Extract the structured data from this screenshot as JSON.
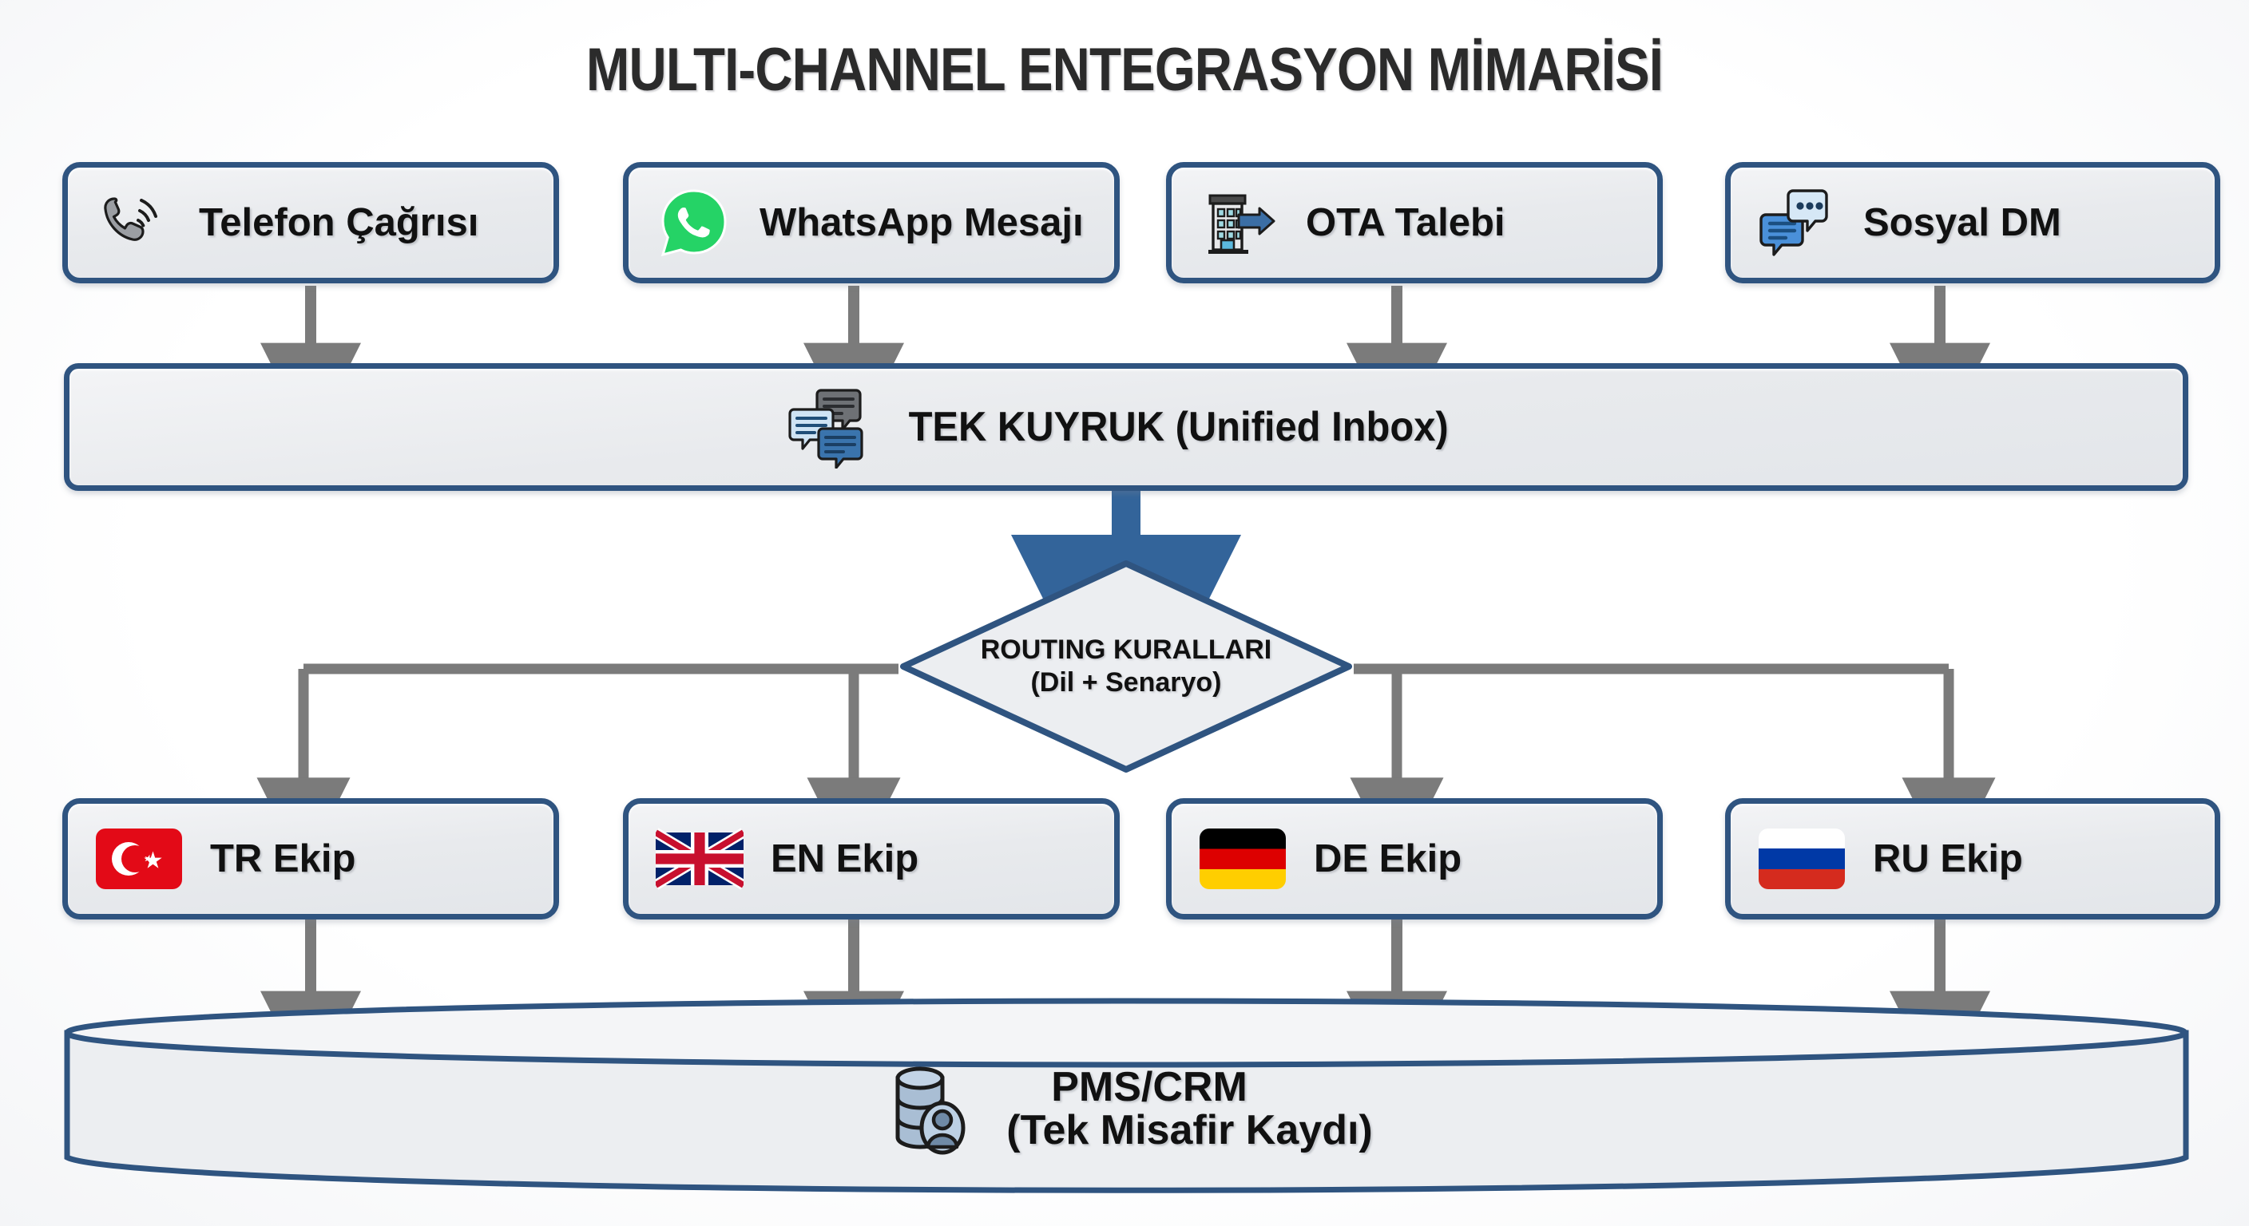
{
  "title": "MULTI-CHANNEL ENTEGRASYON MİMARİSİ",
  "colors": {
    "box_border": "#2f5480",
    "box_fill": "#e8eaed",
    "arrow_gray": "#7b7b7b",
    "arrow_blue": "#33649a",
    "title_text": "#2b2b2b",
    "whatsapp_green": "#25d366",
    "tr_flag_red": "#e30a17",
    "de_flag_black": "#000000",
    "de_flag_red": "#dd0000",
    "de_flag_gold": "#ffce00",
    "ru_flag_blue": "#0039a6",
    "ru_flag_red": "#d52b1e",
    "uk_flag_blue": "#012169",
    "uk_flag_red": "#c8102e"
  },
  "channels": [
    {
      "label": "Telefon Çağrısı",
      "icon": "phone-call-icon"
    },
    {
      "label": "WhatsApp Mesajı",
      "icon": "whatsapp-icon"
    },
    {
      "label": "OTA Talebi",
      "icon": "hotel-building-arrow-icon"
    },
    {
      "label": "Sosyal DM",
      "icon": "chat-bubbles-icon"
    }
  ],
  "inbox": {
    "label": "TEK KUYRUK (Unified Inbox)",
    "icon": "stacked-chat-bubbles-icon"
  },
  "router": {
    "line1": "ROUTING KURALLARI",
    "line2": "(Dil + Senaryo)"
  },
  "teams": [
    {
      "label": "TR Ekip",
      "icon": "flag-tr-icon"
    },
    {
      "label": "EN Ekip",
      "icon": "flag-gb-icon"
    },
    {
      "label": "DE Ekip",
      "icon": "flag-de-icon"
    },
    {
      "label": "RU Ekip",
      "icon": "flag-ru-icon"
    }
  ],
  "datastore": {
    "line1": "PMS/CRM",
    "line2": "(Tek Misafir Kaydı)",
    "icon": "database-user-icon"
  }
}
